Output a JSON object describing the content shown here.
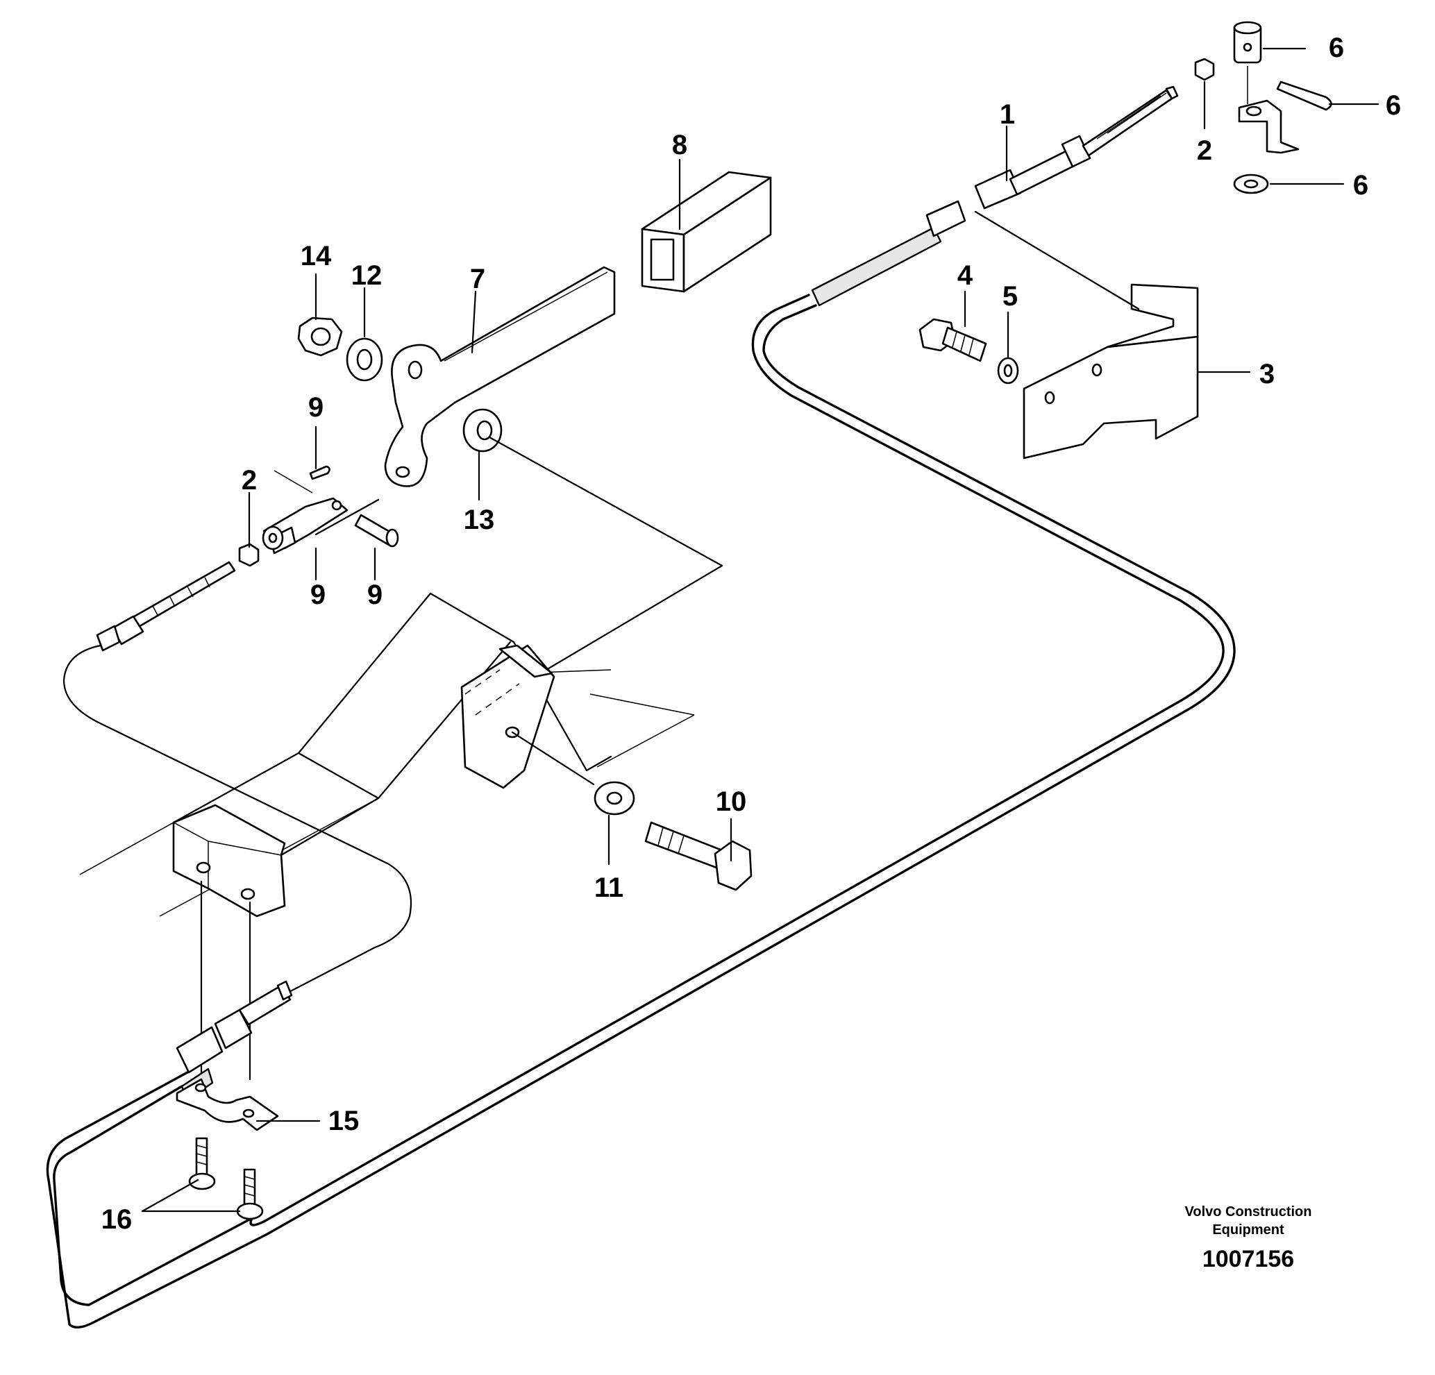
{
  "diagram": {
    "labels": [
      "1",
      "2",
      "2",
      "3",
      "4",
      "5",
      "6",
      "6",
      "6",
      "7",
      "8",
      "9",
      "9",
      "9",
      "10",
      "11",
      "12",
      "13",
      "14",
      "15",
      "16"
    ],
    "brand_line1": "Volvo Construction",
    "brand_line2": "Equipment",
    "doc_number": "1007156"
  },
  "colors": {
    "ink": "#000000",
    "paper": "#ffffff"
  }
}
